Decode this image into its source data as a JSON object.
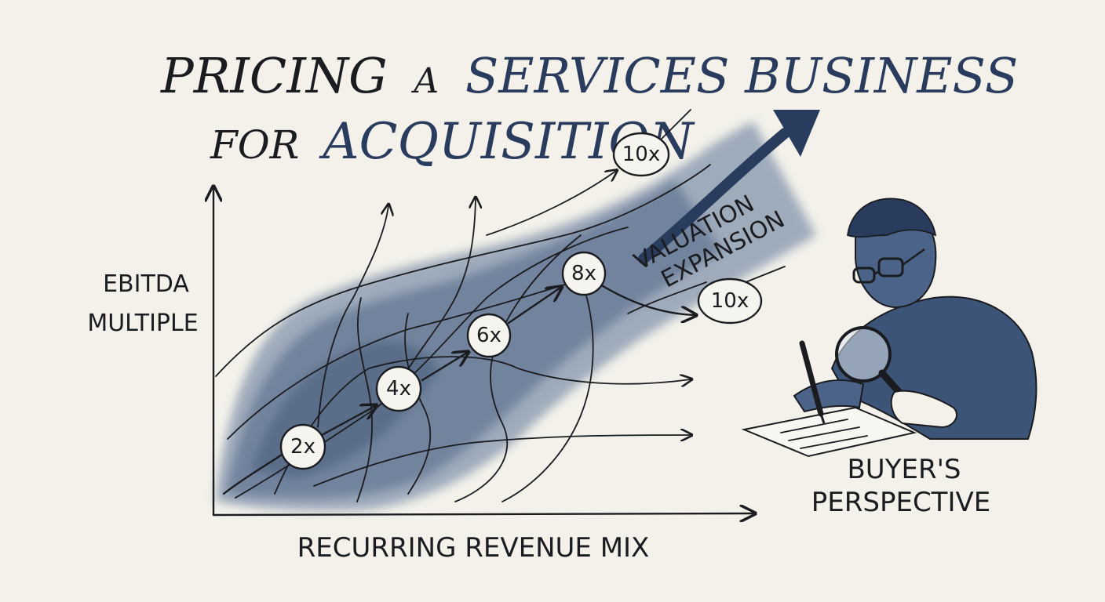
{
  "title": {
    "line1_part1": "PRICING",
    "line1_part2": "A",
    "line1_part3": "SERVICES BUSINESS",
    "line2_part1": "FOR",
    "line2_part2": "ACQUISITION"
  },
  "axes": {
    "y_label_line1": "EBITDA",
    "y_label_line2": "MULTIPLE",
    "x_label": "RECURRING REVENUE MIX"
  },
  "nodes": [
    {
      "label": "2x"
    },
    {
      "label": "4x"
    },
    {
      "label": "6x"
    },
    {
      "label": "8x"
    },
    {
      "label": "10x"
    },
    {
      "label": "10x"
    }
  ],
  "annotation": {
    "line1": "VALUATION",
    "line2": "EXPANSION"
  },
  "buyer": {
    "line1": "BUYER'S",
    "line2": "PERSPECTIVE"
  },
  "colors": {
    "ink": "#1b1c20",
    "accent_blue": "#2a3c5e",
    "wash_blue": "#5a7396",
    "paper": "#f3f1ea"
  }
}
